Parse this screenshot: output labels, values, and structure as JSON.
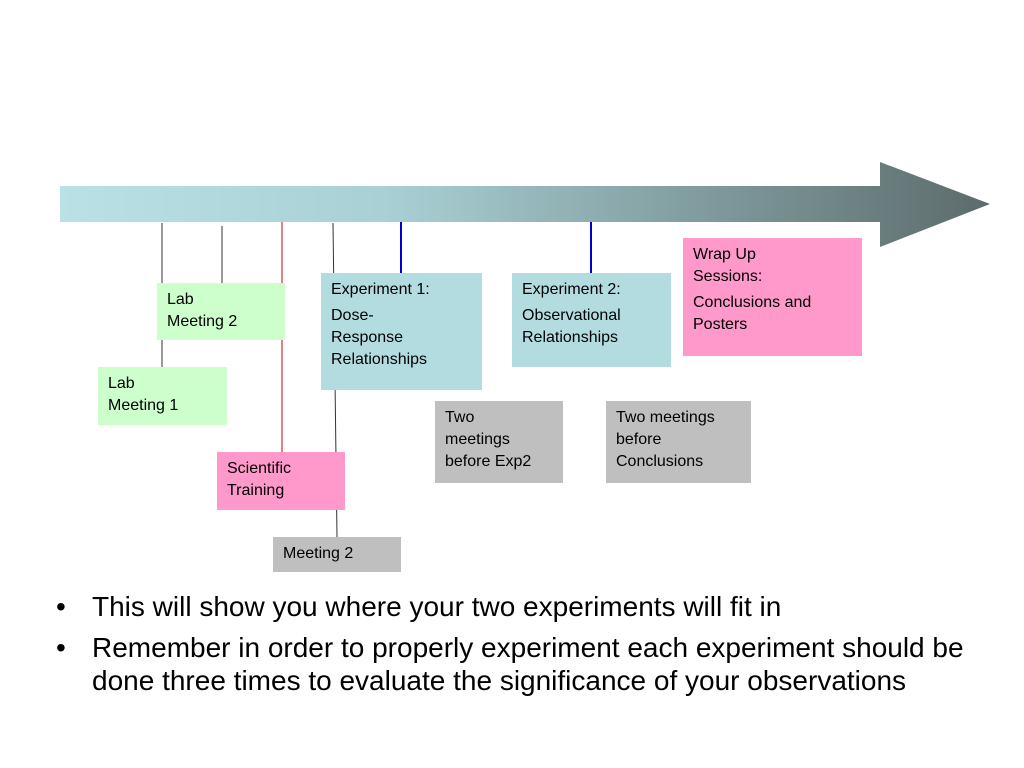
{
  "boxes": {
    "lab_meeting_1": [
      "Lab",
      "Meeting 1"
    ],
    "lab_meeting_2": [
      "Lab",
      "Meeting 2"
    ],
    "scientific_training": [
      "Scientific",
      "Training"
    ],
    "meeting_2": "Meeting 2",
    "experiment_1": {
      "title": "Experiment 1:",
      "body": [
        "Dose-",
        "Response",
        "Relationships"
      ]
    },
    "experiment_2": {
      "title": "Experiment 2:",
      "body": [
        "Observational",
        "Relationships"
      ]
    },
    "two_meetings_exp2": [
      "Two",
      "meetings",
      "before Exp2"
    ],
    "two_meetings_conclusions": [
      "Two meetings",
      "before",
      "Conclusions"
    ],
    "wrap_up": {
      "title": [
        "Wrap Up",
        "Sessions:"
      ],
      "body": [
        "Conclusions and",
        "Posters"
      ]
    }
  },
  "bullet_symbol": "•",
  "bullets": [
    "This will show you where your two experiments will fit in",
    "Remember in order to properly experiment each experiment should be done three times to evaluate the significance of your observations"
  ],
  "colors": {
    "arrow_start": "#b9e1e6",
    "arrow_end": "#5c6b6b",
    "connector_dark": "#333333",
    "connector_red": "#cc0000",
    "connector_blue": "#0000cc",
    "box_green": "#ccffcc",
    "box_pink": "#ff99cc",
    "box_blue": "#b3dce0",
    "box_gray": "#bfbfbf"
  }
}
